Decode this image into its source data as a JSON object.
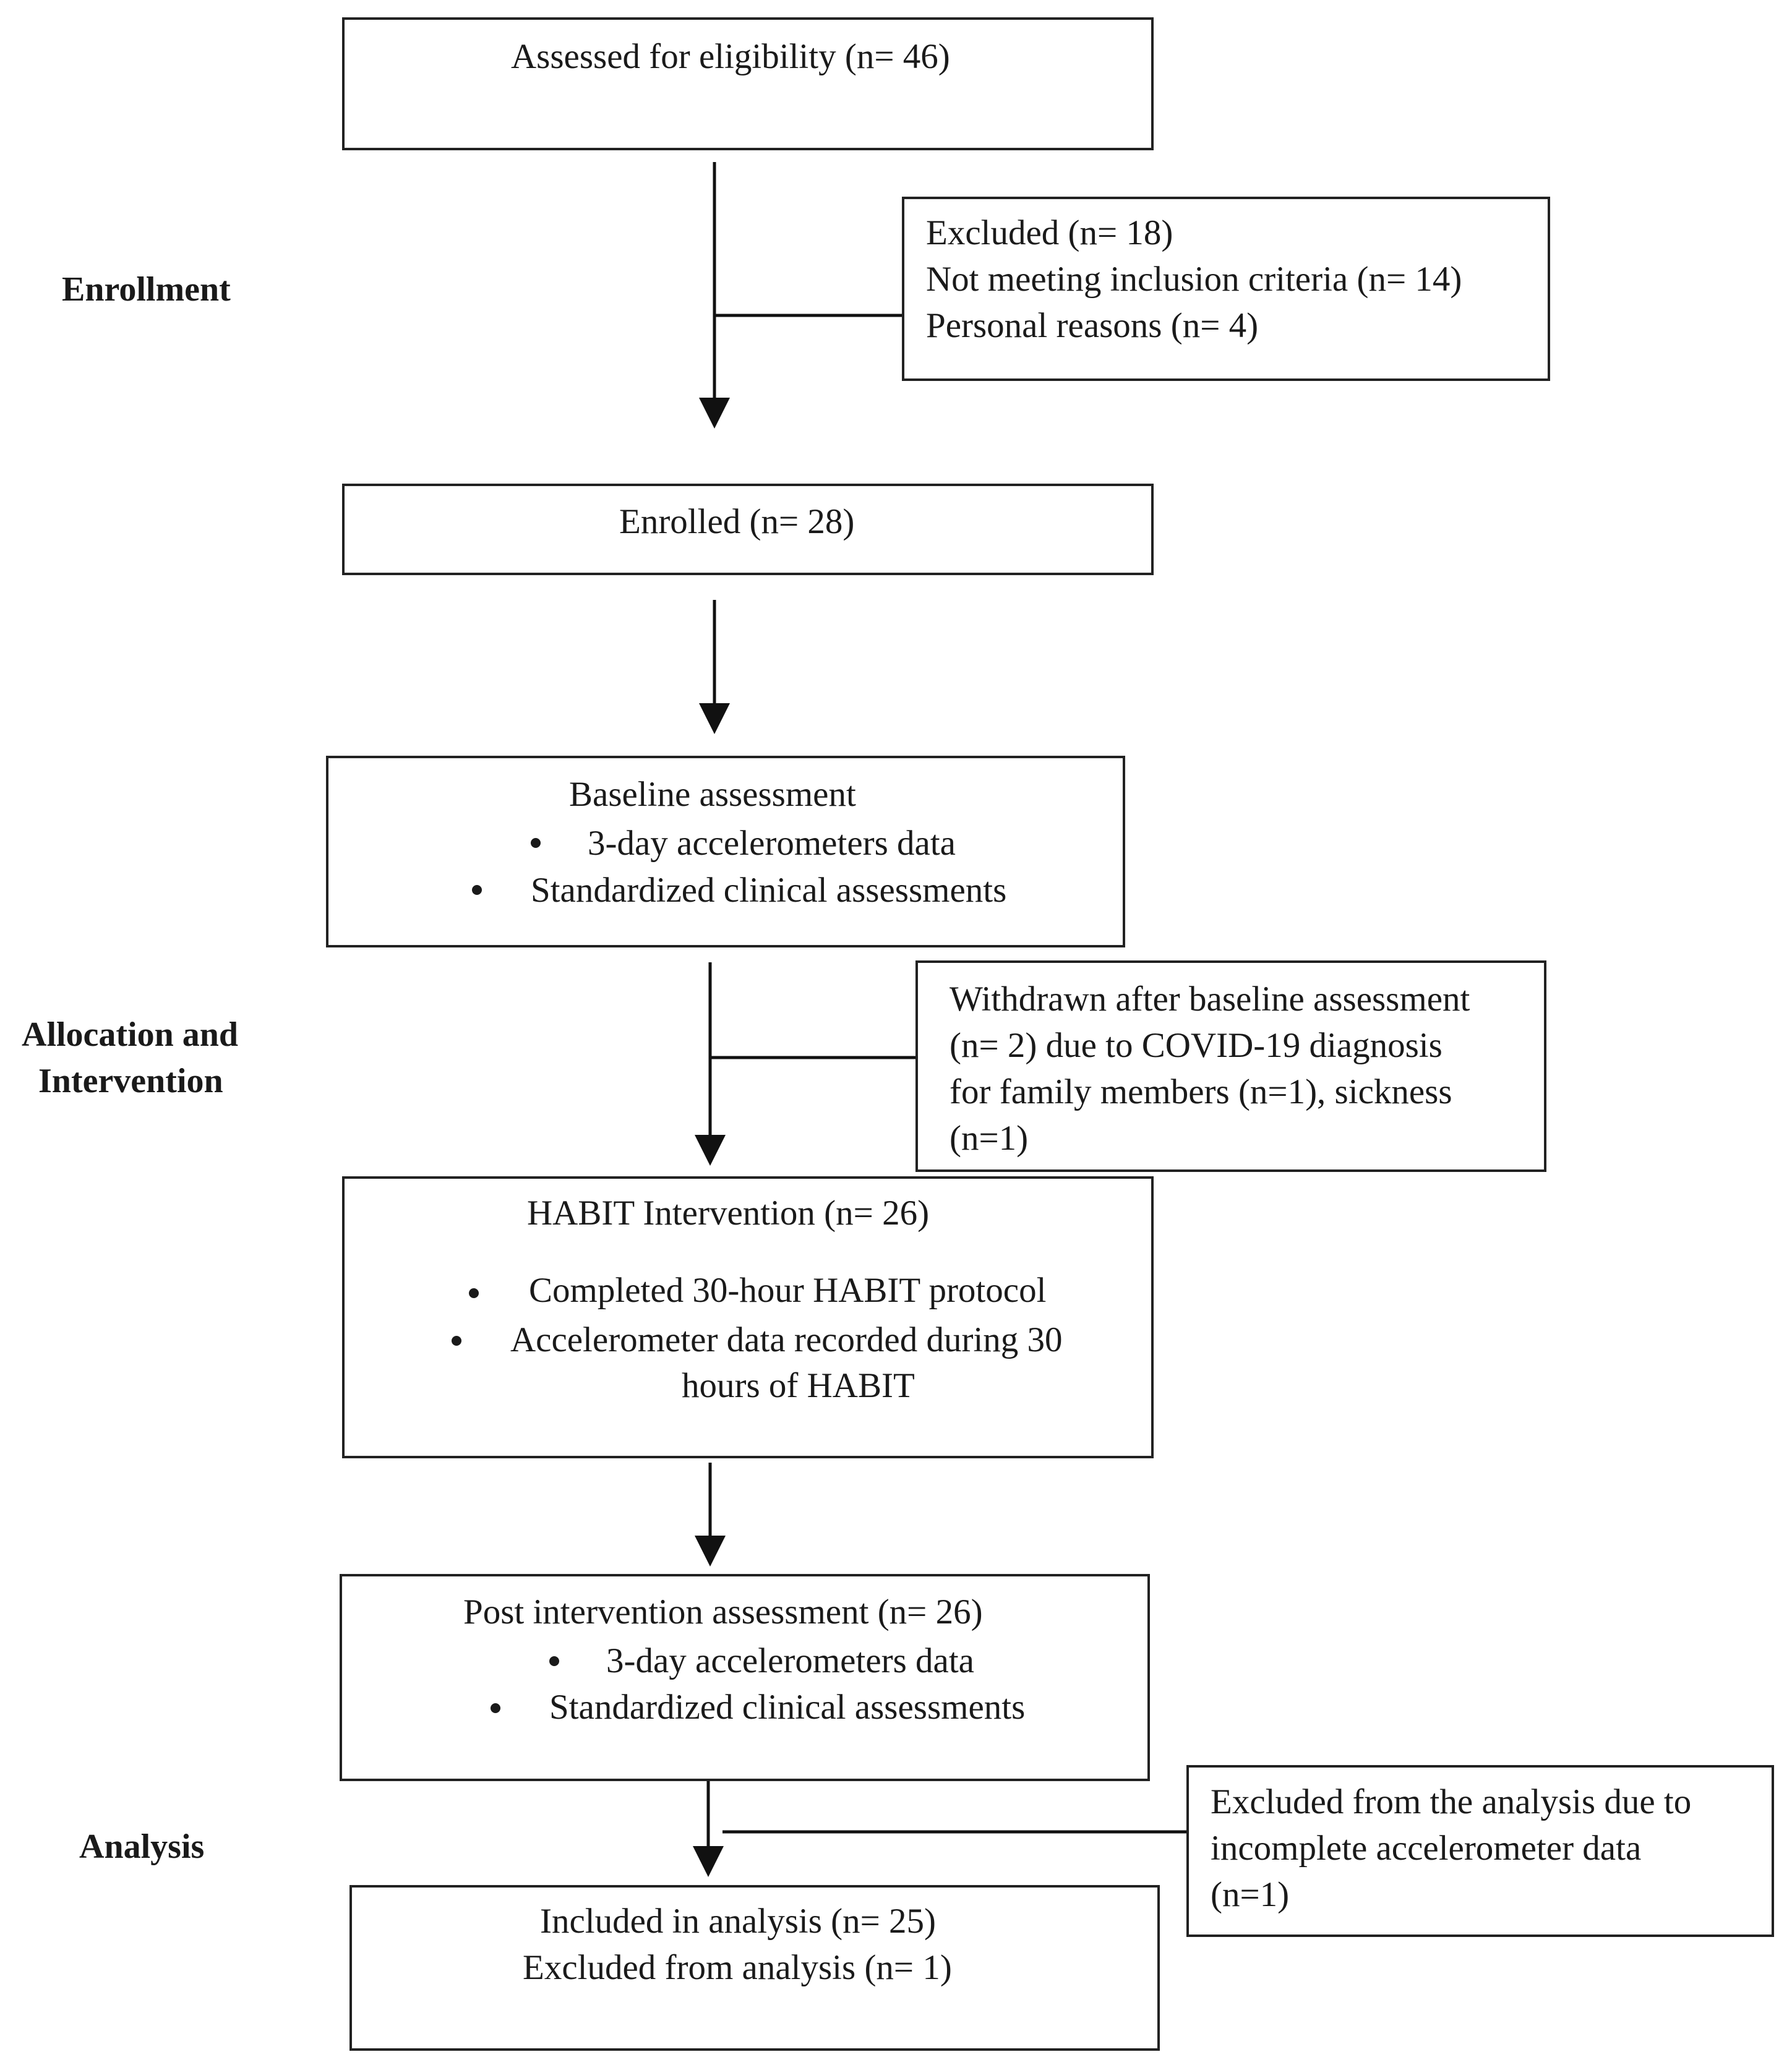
{
  "stages": {
    "enrollment": "Enrollment",
    "allocation_line1": "Allocation and",
    "allocation_line2": "Intervention",
    "analysis": "Analysis"
  },
  "boxes": {
    "assessed": {
      "title": "Assessed for eligibility (n= 46)"
    },
    "excluded": {
      "title": "Excluded (n= 18)",
      "lines": [
        "Not meeting inclusion criteria (n= 14)",
        "Personal reasons (n= 4)"
      ]
    },
    "enrolled": {
      "title": "Enrolled (n= 28)"
    },
    "baseline": {
      "title": "Baseline assessment",
      "bullets": [
        "3-day accelerometers data",
        "Standardized clinical assessments"
      ]
    },
    "withdrawn": {
      "lines": [
        "Withdrawn after baseline assessment",
        "(n= 2) due to COVID-19 diagnosis",
        "for family members (n=1), sickness",
        "(n=1)"
      ]
    },
    "habit": {
      "title": "HABIT Intervention (n= 26)",
      "bullets": [
        "Completed 30-hour HABIT protocol",
        "Accelerometer data recorded during 30"
      ],
      "continuation": "hours of HABIT"
    },
    "post": {
      "title": "Post intervention assessment (n= 26)",
      "bullets": [
        "3-day accelerometers data",
        "Standardized clinical assessments"
      ]
    },
    "excluded_analysis": {
      "lines": [
        "Excluded from the analysis due to",
        "incomplete accelerometer data",
        "(n=1)"
      ]
    },
    "included": {
      "lines": [
        "Included in analysis (n= 25)",
        "Excluded from analysis (n= 1)"
      ]
    }
  }
}
